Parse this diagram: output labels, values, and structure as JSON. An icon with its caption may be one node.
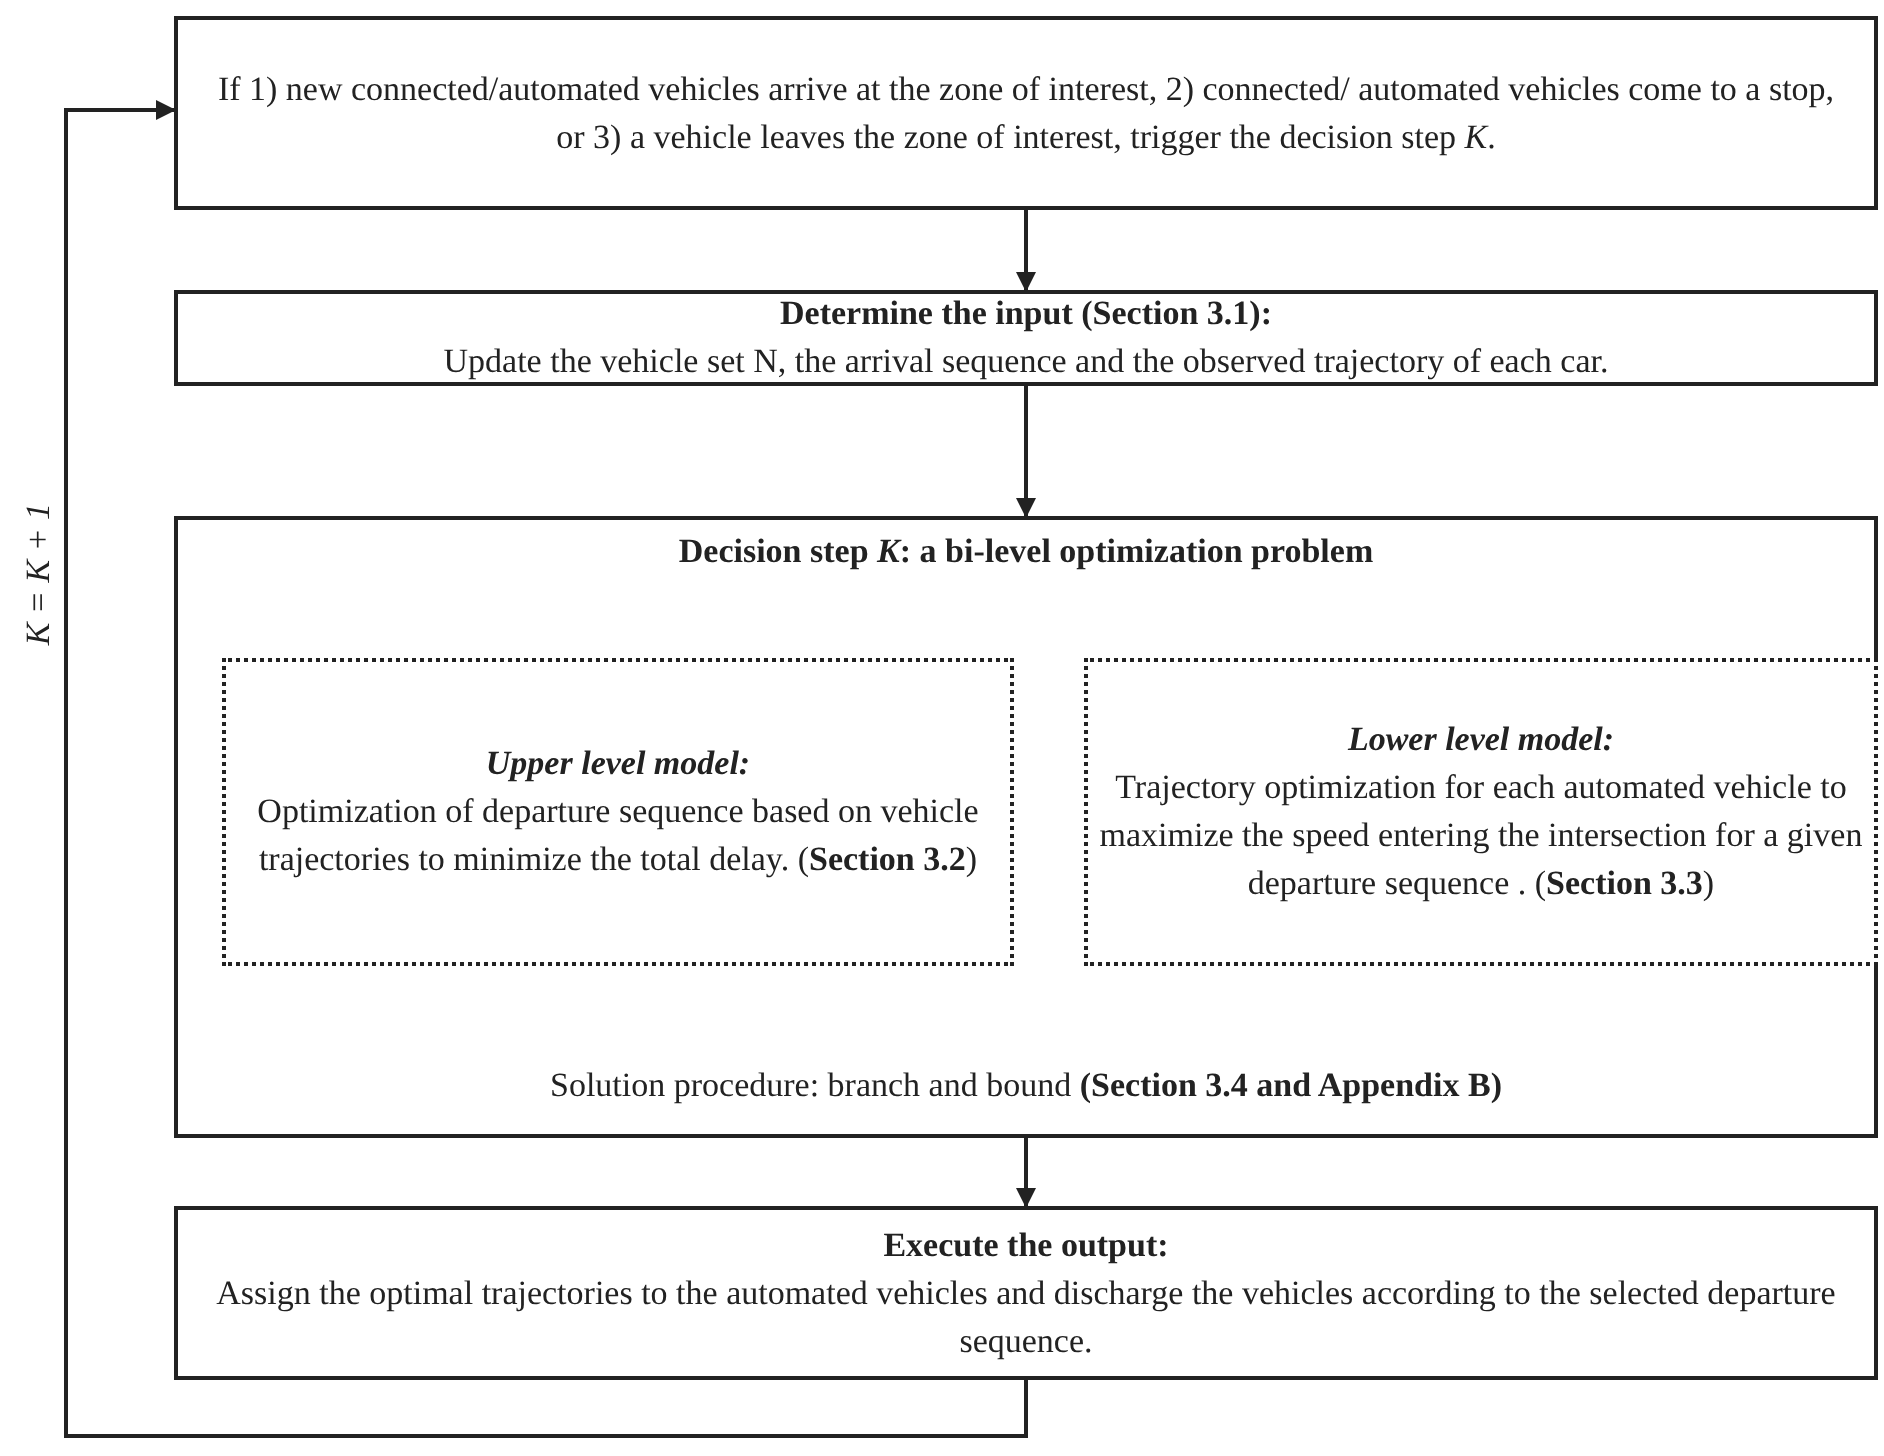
{
  "diagram": {
    "nodes": [
      {
        "text": [
          "If 1) new connected/automated vehicles arrive at the zone of interest, 2) connected/ automated vehicles come to a stop, or 3) a vehicle leaves the zone of interest, trigger the decision step *K*."
        ]
      },
      {
        "text": [
          "Determine the input (Section 3.1):",
          "Update the vehicle set N, the arrival sequence and the observed trajectory of each car."
        ]
      },
      {
        "text": [
          "Decision step *K*: a bi-level optimization problem",
          "Solution procedure: branch and bound **(Section 3.4 and Appendix B)**"
        ]
      },
      {
        "text": [
          "Upper level model:",
          "Optimization of departure sequence based on vehicle trajectories to minimize the total delay. (**Section 3.2**)"
        ],
        "in": 2
      },
      {
        "text": [
          "Lower level model:",
          "Trajectory optimization for each automated vehicle to maximize the speed entering the intersection for a given departure sequence . (**Section 3.3**)"
        ],
        "in": 2
      },
      {
        "text": [
          "Execute the output:",
          "Assign the optimal trajectories to the automated vehicles and discharge the vehicles according to the selected departure sequence."
        ]
      }
    ],
    "edges": [
      {
        "from": 0,
        "to": 1,
        "arrow": "to"
      },
      {
        "from": 1,
        "to": 2,
        "arrow": "to"
      },
      {
        "from": 2,
        "to": 5,
        "arrow": "to"
      },
      {
        "from": 5,
        "to": 0,
        "arrow": "to",
        "label": "K = K + 1"
      }
    ]
  }
}
